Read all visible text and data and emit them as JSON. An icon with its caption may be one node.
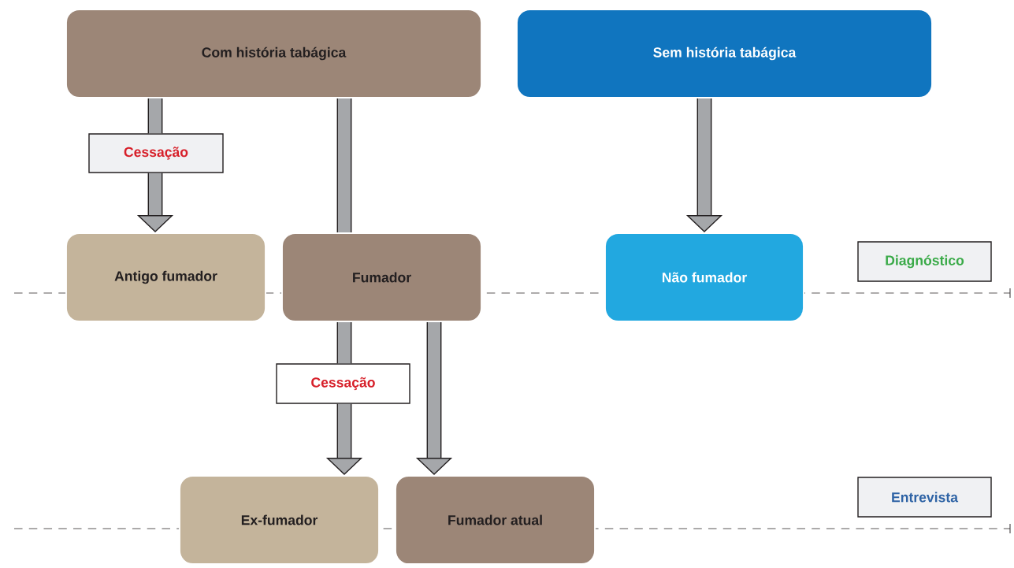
{
  "diagram": {
    "nodes": [
      {
        "text": [
          "Com história tabágica"
        ]
      },
      {
        "text": [
          "Sem história tabágica"
        ]
      },
      {
        "text": [
          "Cessação"
        ]
      },
      {
        "text": [
          "Antigo fumador"
        ]
      },
      {
        "text": [
          "Fumador"
        ]
      },
      {
        "text": [
          "Não fumador"
        ]
      },
      {
        "text": [
          "Diagnóstico"
        ]
      },
      {
        "text": [
          "Cessação"
        ]
      },
      {
        "text": [
          "Ex-fumador"
        ]
      },
      {
        "text": [
          "Fumador atual"
        ]
      },
      {
        "text": [
          "Entrevista"
        ]
      }
    ],
    "edges": [
      {
        "from": 0,
        "to": 2,
        "arrow": "none"
      },
      {
        "from": 2,
        "to": 3,
        "arrow": "to"
      },
      {
        "from": 0,
        "to": 4,
        "arrow": "none"
      },
      {
        "from": 1,
        "to": 5,
        "arrow": "to"
      },
      {
        "from": 4,
        "to": 7,
        "arrow": "none"
      },
      {
        "from": 7,
        "to": 8,
        "arrow": "to"
      },
      {
        "from": 4,
        "to": 9,
        "arrow": "to"
      }
    ]
  }
}
